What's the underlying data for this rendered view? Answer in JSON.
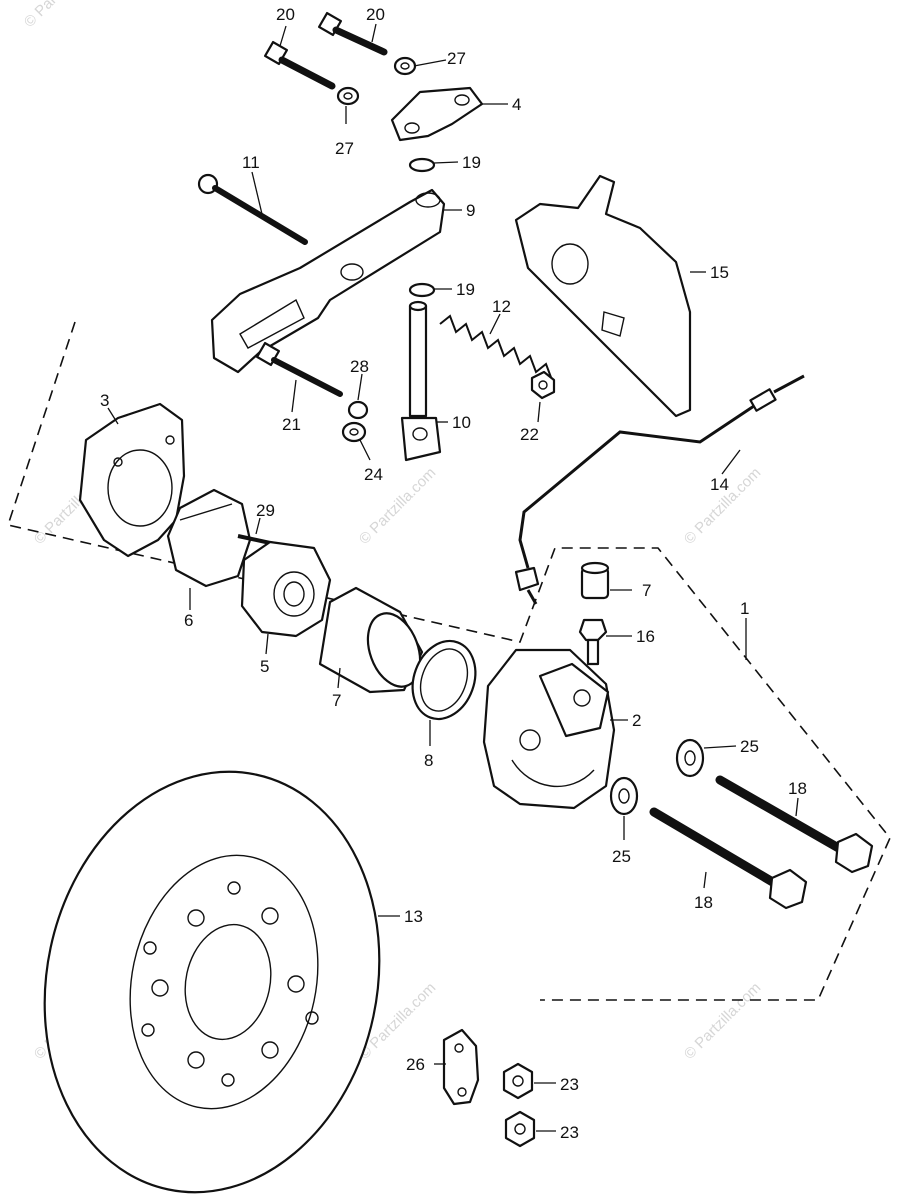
{
  "colors": {
    "ink": "#111111",
    "paper": "#ffffff",
    "watermark": "#d6d6d6"
  },
  "watermark": "© Partzilla.com",
  "callouts": {
    "c1": "1",
    "c2": "2",
    "c3": "3",
    "c4": "4",
    "c5": "5",
    "c6": "6",
    "c7a": "7",
    "c7b": "7",
    "c8": "8",
    "c9": "9",
    "c10": "10",
    "c11": "11",
    "c12": "12",
    "c13": "13",
    "c14": "14",
    "c15": "15",
    "c16": "16",
    "c18a": "18",
    "c18b": "18",
    "c19a": "19",
    "c19b": "19",
    "c20a": "20",
    "c20b": "20",
    "c21": "21",
    "c22": "22",
    "c23a": "23",
    "c23b": "23",
    "c24": "24",
    "c25a": "25",
    "c25b": "25",
    "c26": "26",
    "c27a": "27",
    "c27b": "27",
    "c28": "28",
    "c29": "29"
  }
}
